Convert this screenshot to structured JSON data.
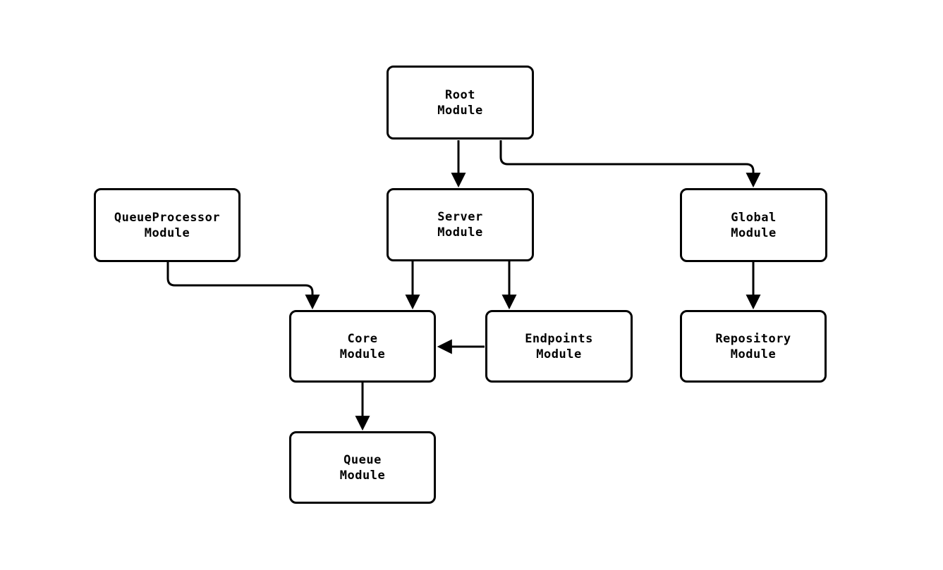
{
  "diagram": {
    "type": "module-dependency-flowchart",
    "colors": {
      "background": "#ffffff",
      "node_fill": "#ffffff",
      "node_border": "#000000",
      "edge_stroke": "#000000",
      "text": "#000000"
    },
    "nodes": {
      "root": {
        "label": "Root\nModule"
      },
      "queueprocessor": {
        "label": "QueueProcessor\nModule"
      },
      "server": {
        "label": "Server\nModule"
      },
      "global": {
        "label": "Global\nModule"
      },
      "core": {
        "label": "Core\nModule"
      },
      "endpoints": {
        "label": "Endpoints\nModule"
      },
      "repository": {
        "label": "Repository\nModule"
      },
      "queue": {
        "label": "Queue\nModule"
      }
    },
    "edges": [
      {
        "from": "root",
        "to": "server"
      },
      {
        "from": "root",
        "to": "global"
      },
      {
        "from": "queueprocessor",
        "to": "core"
      },
      {
        "from": "server",
        "to": "core"
      },
      {
        "from": "server",
        "to": "endpoints"
      },
      {
        "from": "endpoints",
        "to": "core"
      },
      {
        "from": "global",
        "to": "repository"
      },
      {
        "from": "core",
        "to": "queue"
      }
    ]
  }
}
